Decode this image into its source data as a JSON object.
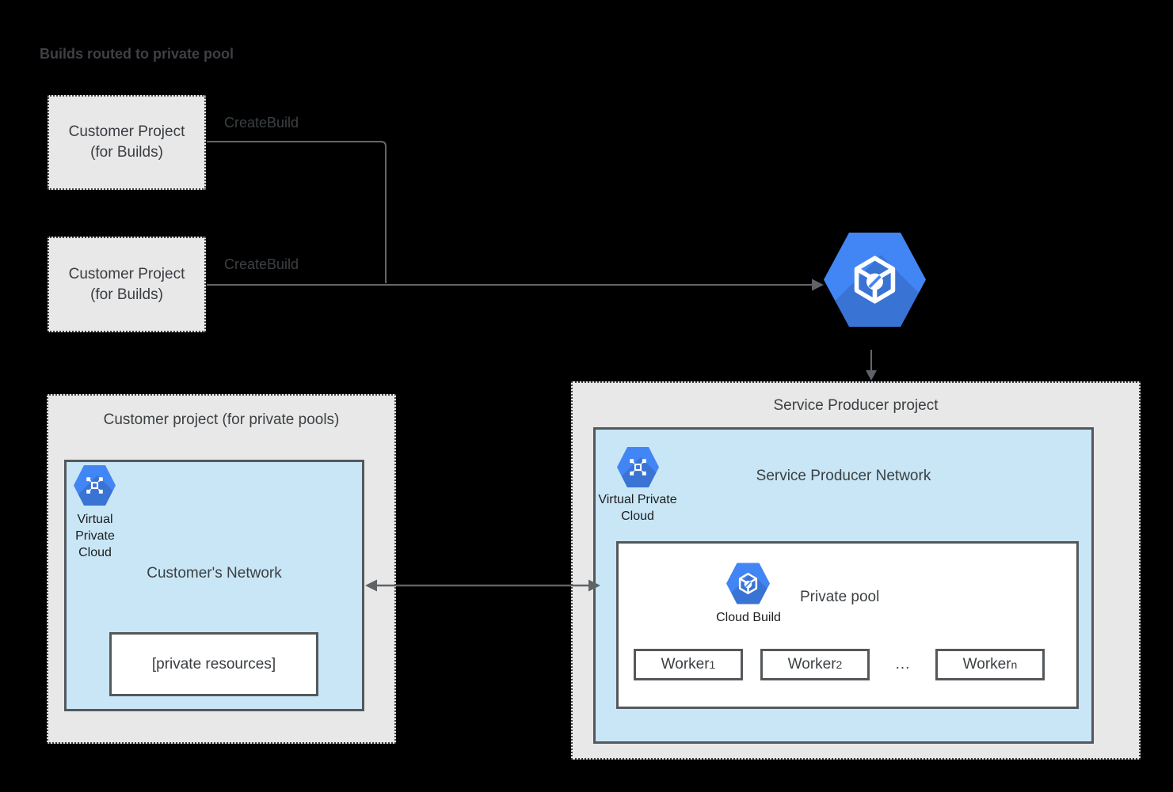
{
  "page_title": "Builds routed to private pool",
  "flow": {
    "project1": {
      "label": "Customer Project\n(for Builds)",
      "call": "CreateBuild"
    },
    "project2": {
      "label": "Customer Project\n(for Builds)",
      "call": "CreateBuild"
    }
  },
  "service_producer": {
    "title": "Service Producer project",
    "network_title": "Service Producer Network",
    "vpc_label": "Virtual Private Cloud",
    "pool": {
      "title": "Private pool",
      "icon_label": "Cloud Build",
      "workers": [
        {
          "name": "Worker",
          "sub": "1"
        },
        {
          "name": "Worker",
          "sub": "2"
        },
        {
          "name": "Worker",
          "sub": "n"
        }
      ],
      "ellipsis": "..."
    }
  },
  "customer_pool": {
    "title": "Customer project (for private pools)",
    "network_title": "Customer's Network",
    "vpc_label": "Virtual Private Cloud",
    "resources_label": "[private resources]"
  },
  "colors": {
    "icon_blue": "#4285f4",
    "network_blue": "#c8e6f6",
    "project_gray": "#e8e8e8",
    "border_dark": "#54585c",
    "connector_gray": "#666666",
    "text_dark": "#3c4043"
  }
}
